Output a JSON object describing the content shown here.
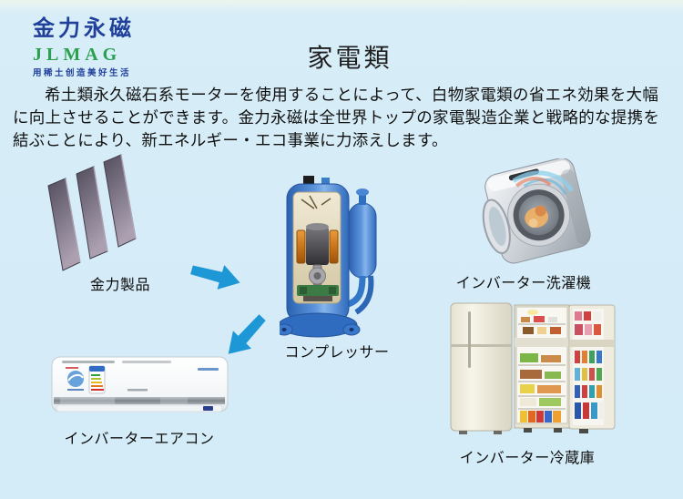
{
  "page": {
    "background": "#d4ecf8"
  },
  "logo": {
    "cn": "金力永磁",
    "en": "JLMAG",
    "slogan": "用稀土创造美好生活"
  },
  "title": "家電類",
  "intro": "希土類永久磁石系モーターを使用することによって、白物家電類の省エネ効果を大幅に向上させることができます。金力永磁は全世界トップの家電製造企業と戦略的な提携を結ぶことにより、新エネルギー・エコ事業に力添えします。",
  "captions": {
    "magnets": "金力製品",
    "compressor": "コンプレッサー",
    "washer": "インバーター洗濯機",
    "aircon": "インバーターエアコン",
    "fridge": "インバーター冷蔵庫"
  },
  "icons": {
    "arrow_right": "flow-arrow-right-down",
    "arrow_down_left": "flow-arrow-down-left"
  },
  "colors": {
    "arrow": "#1e97d6",
    "logo_cn": "#20409a",
    "logo_en": "#2ba04f",
    "text": "#111111"
  }
}
